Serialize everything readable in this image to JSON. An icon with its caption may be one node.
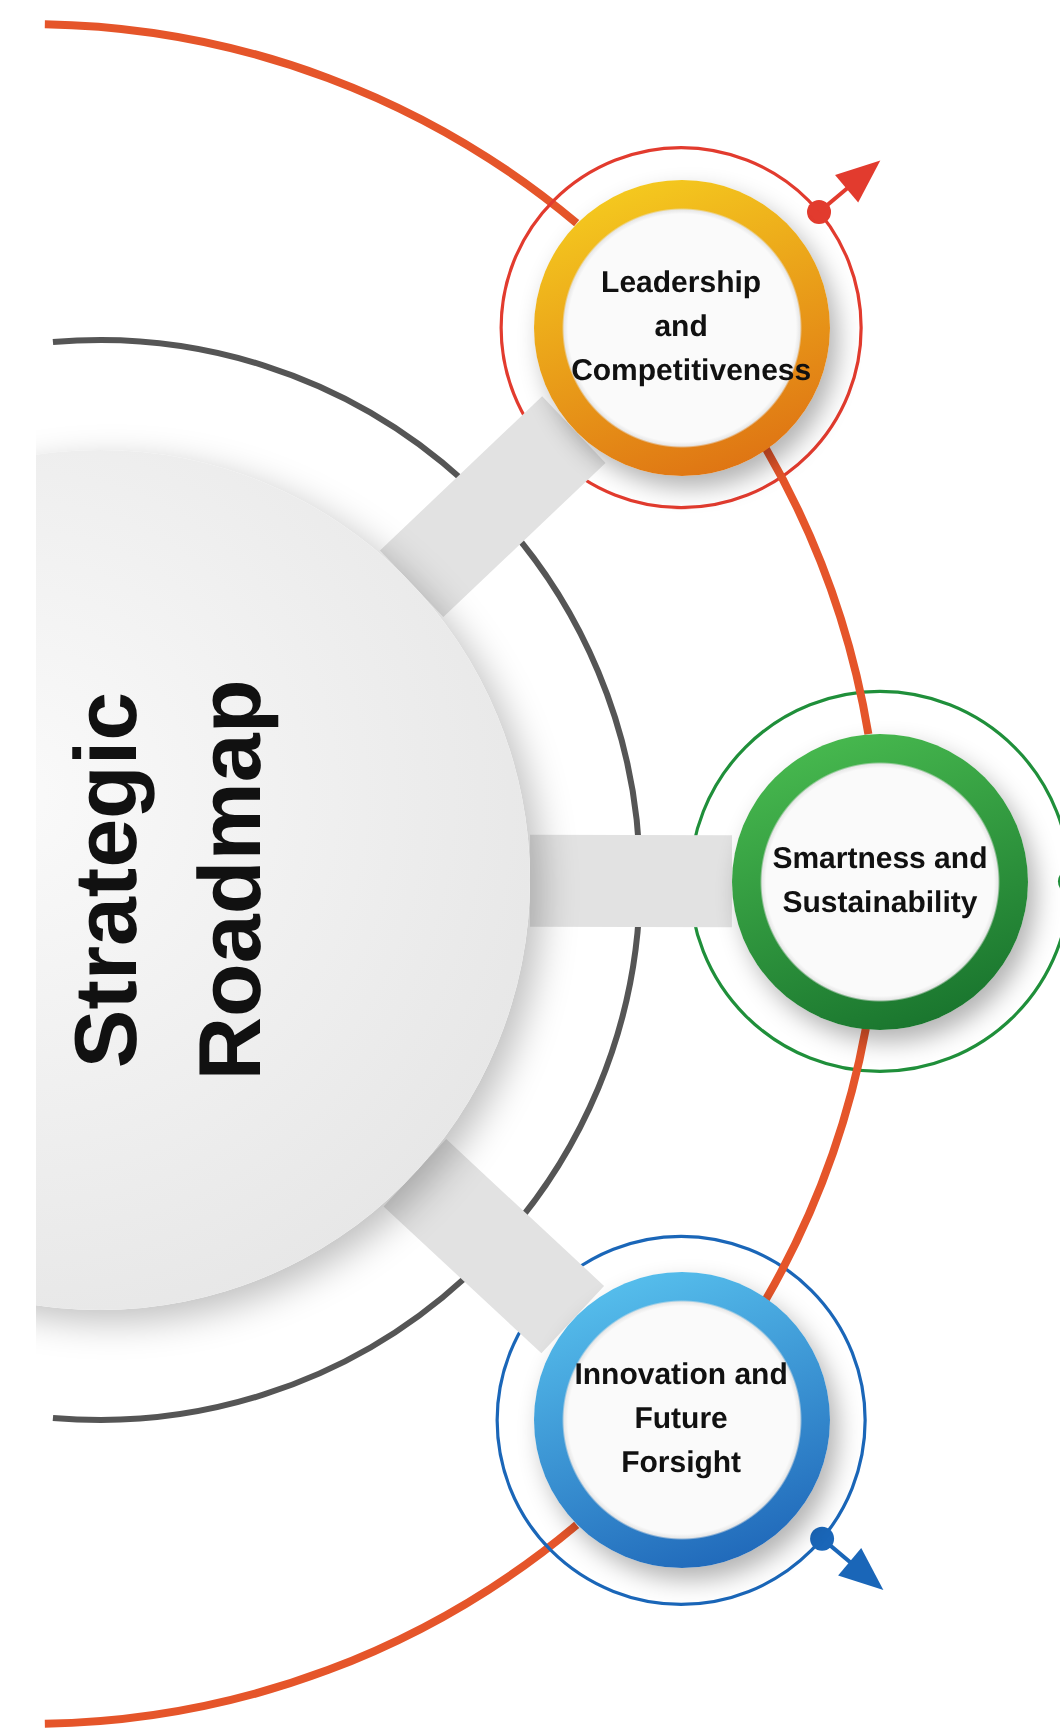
{
  "diagram": {
    "nodes": [
      {
        "text": [
          "Strategic Roadmap"
        ]
      },
      {
        "text": [
          "Leadership and Competitiveness"
        ]
      },
      {
        "text": [
          "Smartness and Sustainability"
        ]
      },
      {
        "text": [
          "Innovation and Future Forsight"
        ]
      }
    ],
    "edges": [
      {
        "from": 0,
        "to": 1,
        "arrow": "none"
      },
      {
        "from": 0,
        "to": 2,
        "arrow": "none"
      },
      {
        "from": 0,
        "to": 3,
        "arrow": "none"
      },
      {
        "from": 1,
        "to": 2,
        "arrow": "none",
        "color": "#e5552a"
      },
      {
        "from": 2,
        "to": 3,
        "arrow": "none",
        "color": "#e5552a"
      }
    ]
  }
}
